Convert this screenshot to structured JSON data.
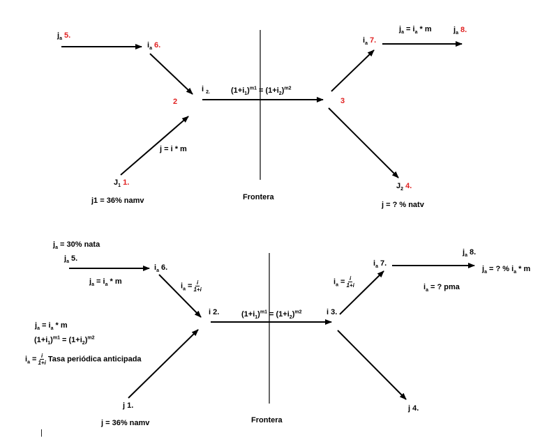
{
  "top": {
    "ja5": {
      "lbl": "j",
      "sub": "a",
      "num": "5."
    },
    "ia6": {
      "lbl": "i",
      "sub": "a",
      "num": "6."
    },
    "n2": "2",
    "i2": {
      "lbl": "i",
      "sub": "2."
    },
    "eq": {
      "a": "(1+i",
      "a_sub": "1",
      "b": ")",
      "b_sup": "m1",
      "c": "= (1+i",
      "c_sub": "2",
      "d": ")",
      "d_sup": "m2"
    },
    "n3": "3",
    "ia7": {
      "lbl": "i",
      "sub": "a",
      "num": "7."
    },
    "formula_ja": {
      "j": "j",
      "j_sub": "a",
      "mid": "= i",
      "i_sub": "a",
      "end": "* m"
    },
    "ja8": {
      "lbl": "j",
      "sub": "a",
      "num": "8."
    },
    "j_eq": "j = i * m",
    "j1": {
      "lbl": "J",
      "sub": "1",
      "num": "1."
    },
    "rate1": "j1 = 36% namv",
    "frontera": "Frontera",
    "j2": {
      "lbl": "J",
      "sub": "2",
      "num": "4."
    },
    "natv": "j = ? % natv"
  },
  "bottom": {
    "nata": {
      "j": "j",
      "sub": "a",
      "rest": "= 30% nata"
    },
    "ja5": {
      "lbl": "j",
      "sub": "a",
      "num": "5."
    },
    "ia6": {
      "lbl": "i",
      "sub": "a",
      "num": "6."
    },
    "ja_eq": {
      "j": "j",
      "j_sub": "a",
      "mid": "= i",
      "i_sub": "a",
      "end": "* m"
    },
    "ia_frac": {
      "i": "i",
      "sub": "a",
      "eq": "=",
      "num": "i",
      "den": "1+i"
    },
    "i2": "i 2.",
    "eq": {
      "a": "(1+i",
      "a_sub": "1",
      "b": ")",
      "b_sup": "m1",
      "c": "= (1+i",
      "c_sub": "2",
      "d": ")",
      "d_sup": "m2"
    },
    "i3": "i 3.",
    "ia7": {
      "lbl": "i",
      "sub": "a",
      "num": "7."
    },
    "ia_frac7": {
      "i": "i",
      "sub": "a",
      "eq": "=",
      "num": "i",
      "den": "1+i"
    },
    "ja8": {
      "lbl": "j",
      "sub": "a",
      "num": "8."
    },
    "ja_q": {
      "j": "j",
      "j_sub": "a",
      "mid": "= ? % i",
      "i_sub": "a",
      "end": "* m"
    },
    "ia_pma": {
      "i": "i",
      "sub": "a",
      "rest": "= ? pma"
    },
    "left_ja": {
      "j": "j",
      "j_sub": "a",
      "mid": "= i",
      "i_sub": "a",
      "end": "* m"
    },
    "left_eq": {
      "a": "(1+i",
      "a_sub": "1",
      "b": ")",
      "b_sup": "m1",
      "c": "= (1+i",
      "c_sub": "2",
      "d": ")",
      "d_sup": "m2"
    },
    "left_ia": {
      "i": "i",
      "sub": "a",
      "eq": "=",
      "num": "i",
      "den": "1+i",
      "text": "Tasa periódica anticipada"
    },
    "j1": "j 1.",
    "rate1": "j = 36% namv",
    "frontera": "Frontera",
    "j4": "j 4.",
    "cursor": "|"
  },
  "colors": {
    "text": "#000000",
    "accent": "#e02020",
    "background": "#ffffff"
  }
}
